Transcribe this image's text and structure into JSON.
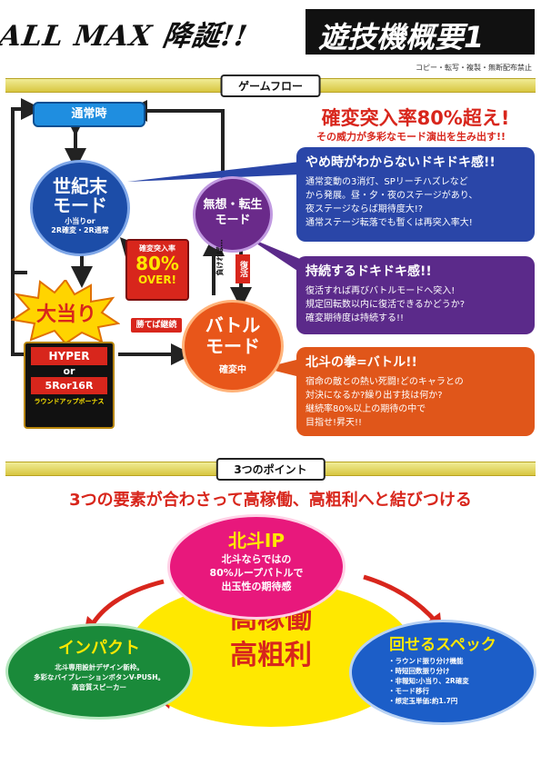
{
  "header": {
    "left_title": "ALL MAX 降誕!!",
    "right_title": "遊技機概要1",
    "copy_note": "コピー・転写・複製・無断配布禁止"
  },
  "game_flow": {
    "banner": "ゲームフロー",
    "normal_label": "通常時",
    "seikimatsu": {
      "title": "世紀末\nモード",
      "sub": "小当りor\n2R確変・2R通常"
    },
    "muso": {
      "title": "無想・転生\nモード"
    },
    "battle": {
      "title": "バトル\nモード",
      "sub": "確変中"
    },
    "rate_badge": {
      "top": "確変突入率",
      "big": "80%",
      "bottom": "OVER!"
    },
    "lose_label": "負ければ…",
    "revive_label": "復活",
    "win_label": "勝てば継続",
    "jackpot": {
      "title": "大当り",
      "hyper": "HYPER",
      "or": "or",
      "rounds": "5Ror16R",
      "bonus": "ラウンドアップボーナス"
    },
    "headline": "確変突入率80%超え!",
    "headline_sub": "その威力が多彩なモード演出を生み出す!!",
    "panel_blue": {
      "title": "やめ時がわからないドキドキ感!!",
      "body": "通常変動の3消灯、SPリーチハズレなど\nから発展。昼・夕・夜のステージがあり、\n夜ステージならば期待度大!?\n通常ステージ転落でも暫くは再突入率大!"
    },
    "panel_purple": {
      "title": "持続するドキドキ感!!",
      "body": "復活すれば再びバトルモードへ突入!\n規定回転数以内に復活できるかどうか?\n確変期待度は持続する!!"
    },
    "panel_orange": {
      "title": "北斗の拳=バトル!!",
      "body": "宿命の敵との熱い死闘!どのキャラとの\n対決になるか?繰り出す技は何か?\n継続率80%以上の期待の中で\n目指せ!昇天!!"
    }
  },
  "points": {
    "banner": "3つのポイント",
    "headline": "3つの要素が合わさって高稼働、高粗利へと結びつける",
    "center": "高稼働\n高粗利",
    "hokuto_ip": {
      "title": "北斗IP",
      "body": "北斗ならではの\n80%ループバトルで\n出玉性の期待感"
    },
    "impact": {
      "title": "インパクト",
      "body": "北斗専用設計デザイン新枠。\n多彩なバイブレーションボタンV-PUSH。\n高音質スピーカー"
    },
    "spec": {
      "title": "回せるスペック",
      "items": [
        "・ラウンド振り分け機能",
        "・時短回数振り分け",
        "・非報知:小当り、2R確変",
        "・モード移行",
        "・想定玉単価:約1.7円"
      ]
    }
  }
}
